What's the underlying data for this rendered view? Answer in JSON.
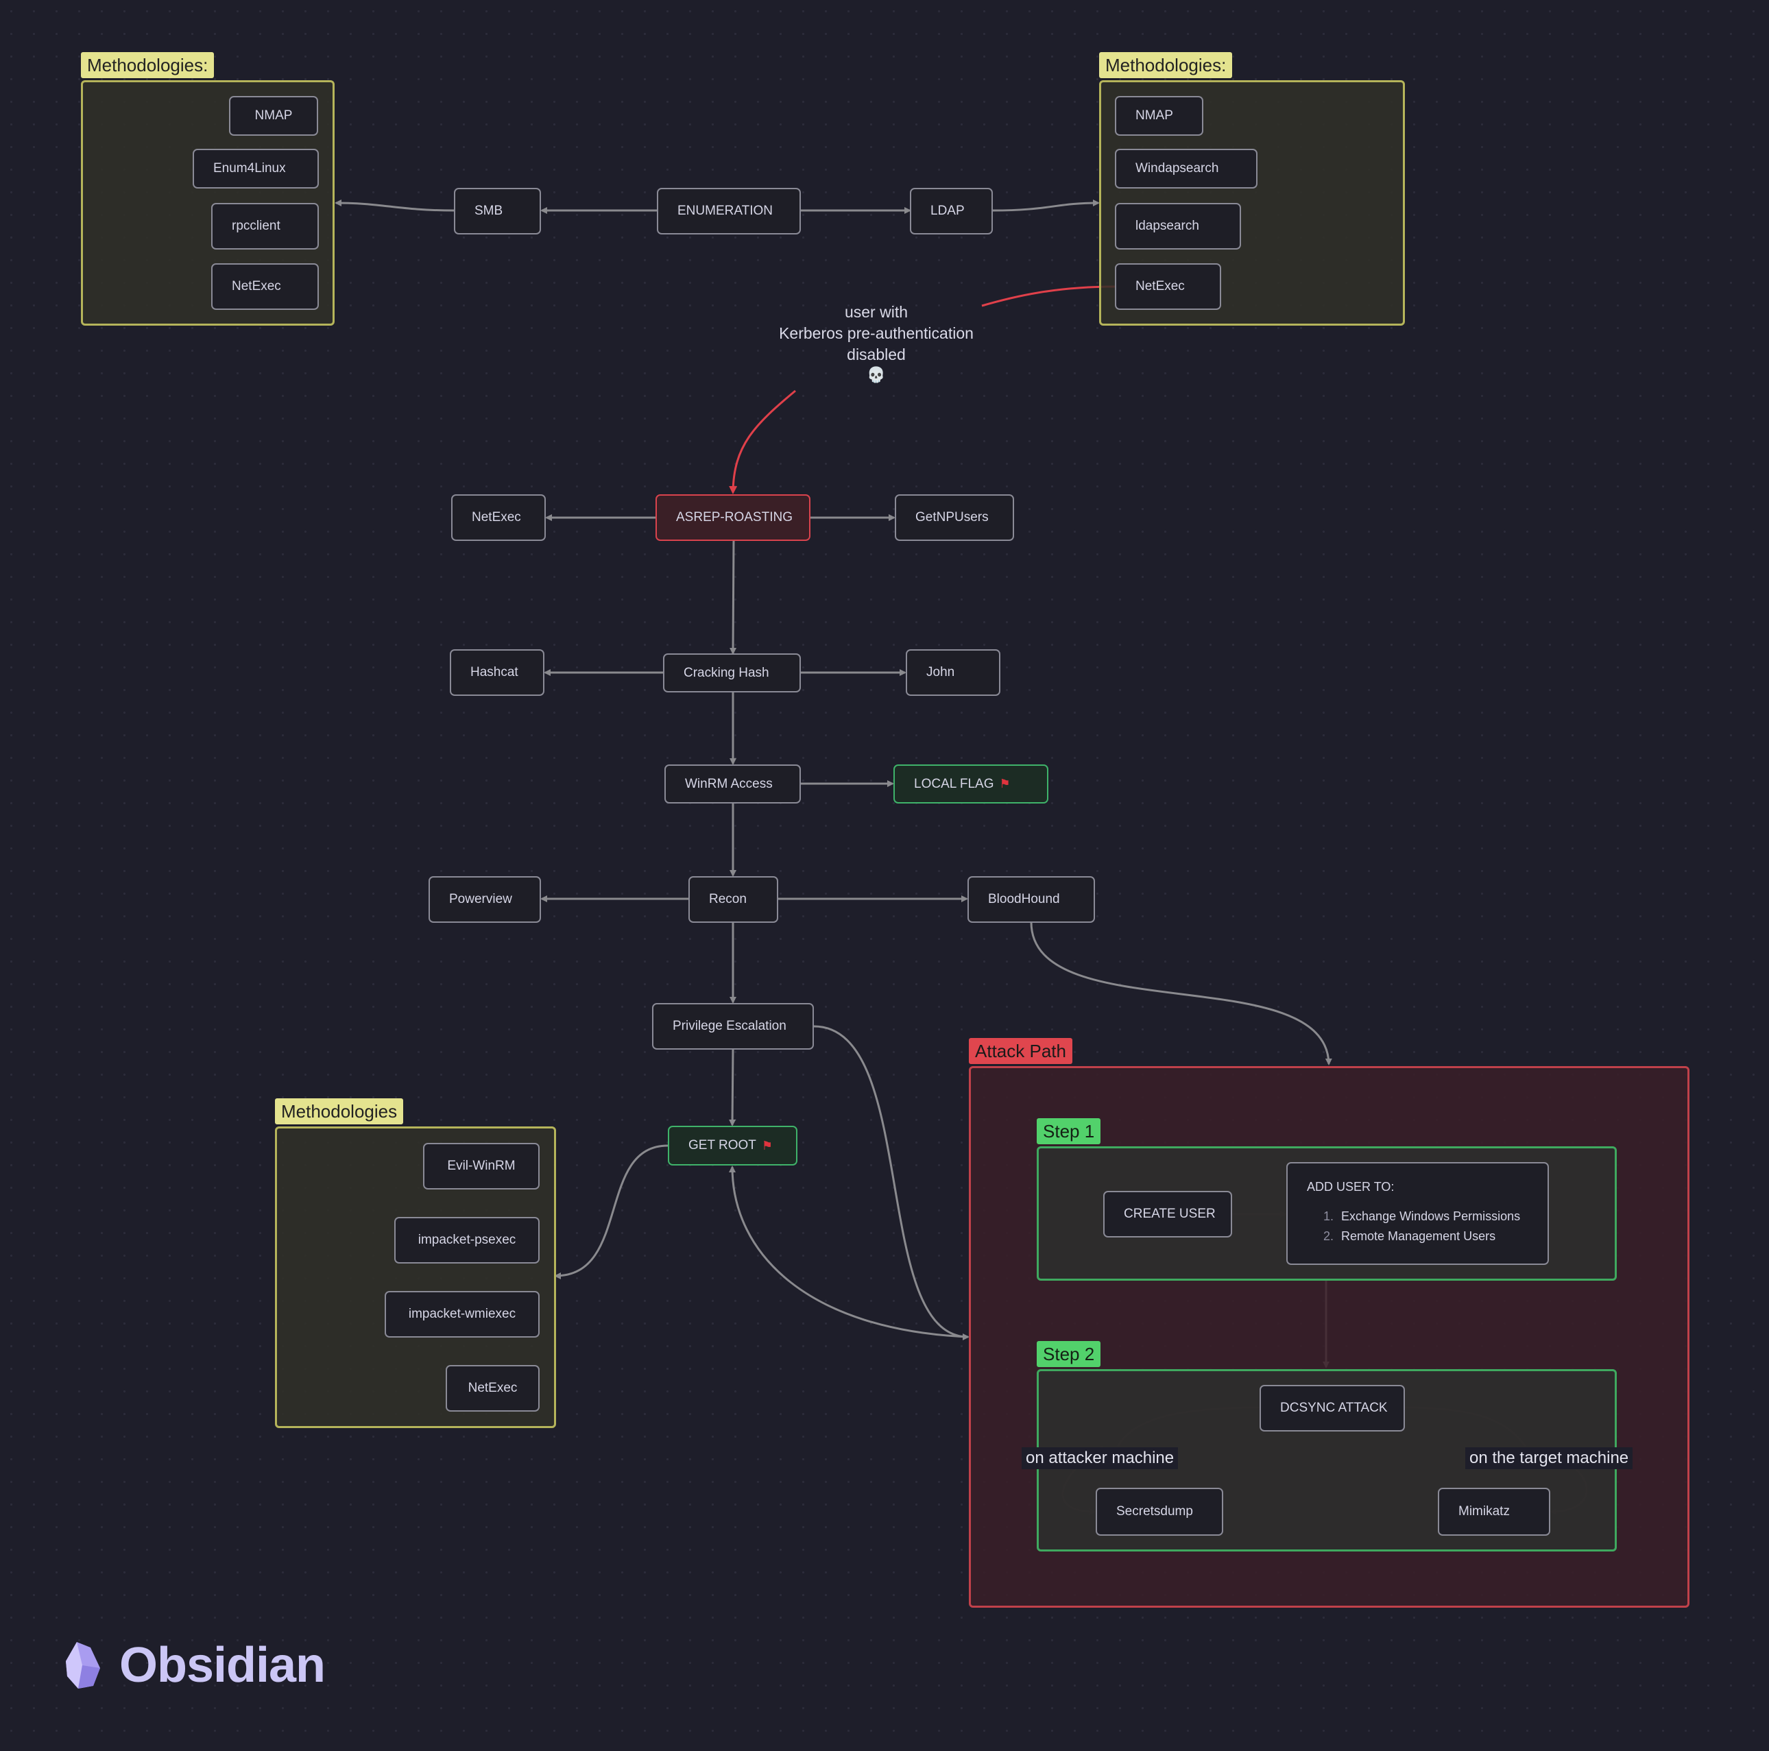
{
  "groups": {
    "smb_methodologies": {
      "label": "Methodologies:"
    },
    "ldap_methodologies": {
      "label": "Methodologies:"
    },
    "root_methodologies": {
      "label": "Methodologies"
    },
    "attack_path": {
      "label": "Attack Path"
    },
    "step1": {
      "label": "Step 1"
    },
    "step2": {
      "label": "Step 2"
    }
  },
  "nodes": {
    "smb_nmap": "NMAP",
    "smb_enum4linux": "Enum4Linux",
    "smb_rpcclient": "rpcclient",
    "smb_netexec": "NetExec",
    "ldap_nmap": "NMAP",
    "ldap_windapsearch": "Windapsearch",
    "ldap_ldapsearch": "ldapsearch",
    "ldap_netexec": "NetExec",
    "smb": "SMB",
    "enumeration": "ENUMERATION",
    "ldap": "LDAP",
    "asrep_netexec": "NetExec",
    "asrep_roasting": "ASREP-ROASTING",
    "getnpusers": "GetNPUsers",
    "hashcat": "Hashcat",
    "cracking_hash": "Cracking Hash",
    "john": "John",
    "winrm_access": "WinRM Access",
    "local_flag": "LOCAL FLAG",
    "powerview": "Powerview",
    "recon": "Recon",
    "bloodhound": "BloodHound",
    "privilege_escalation": "Privilege Escalation",
    "get_root": "GET ROOT",
    "evil_winrm": "Evil-WinRM",
    "impacket_psexec": "impacket-psexec",
    "impacket_wmiexec": "impacket-wmiexec",
    "root_netexec": "NetExec",
    "create_user": "CREATE USER",
    "dcsync_attack": "DCSYNC ATTACK",
    "secretsdump": "Secretsdump",
    "mimikatz": "Mimikatz"
  },
  "add_user": {
    "title": "ADD USER TO:",
    "items": [
      {
        "num": "1.",
        "text": "Exchange Windows Permissions"
      },
      {
        "num": "2.",
        "text": "Remote Management Users"
      }
    ]
  },
  "note": {
    "line1": "user with",
    "line2": "Kerberos pre-authentication",
    "line3": "disabled",
    "icon": "skull-icon"
  },
  "edge_labels": {
    "attacker": "on attacker machine",
    "target": "on the target machine"
  },
  "flag_icon": "red-flag-icon",
  "logo": {
    "text": "Obsidian",
    "icon": "obsidian-crystal-icon"
  },
  "colors": {
    "background": "#1e1e2a",
    "edge": "#8a8a8e",
    "highlight_edge": "#e0404a",
    "yellow_group": "#b5b45a",
    "red_group": "#c0414a",
    "green_group": "#3fa95f"
  }
}
